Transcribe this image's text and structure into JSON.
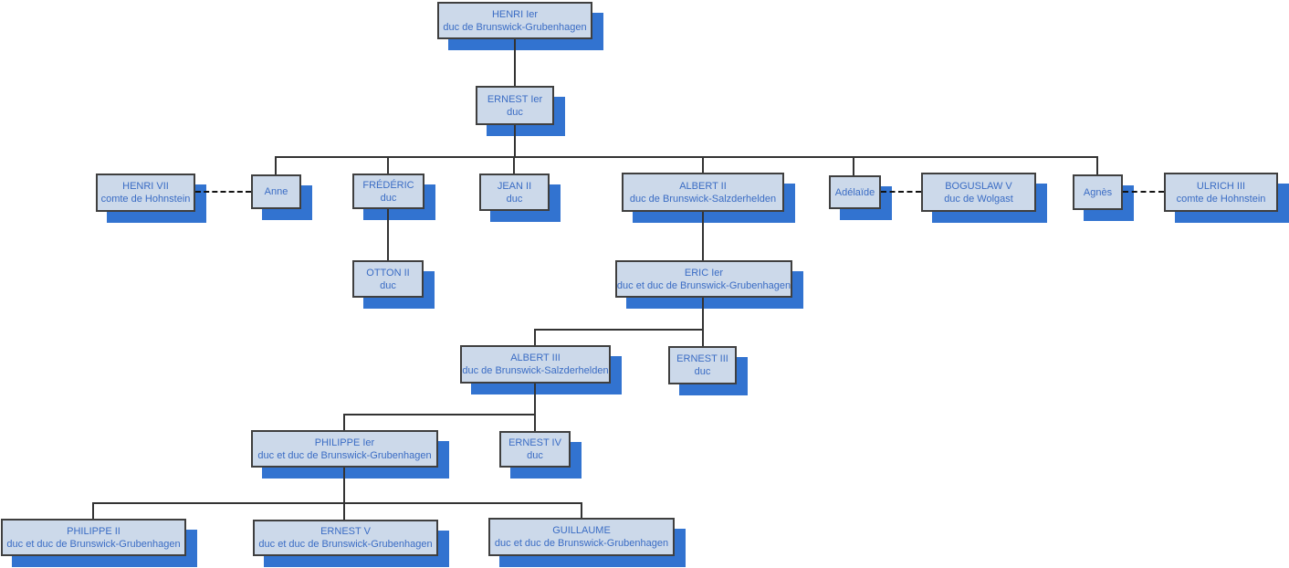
{
  "colors": {
    "box_fill": "#ccd9ea",
    "box_border": "#3f3f3f",
    "shadow": "#3273d0",
    "text": "#3a6cc4",
    "line": "#333333",
    "dash": "#111111"
  },
  "nodes": [
    {
      "id": "henri-1er",
      "name": "HENRI Ier",
      "title": "duc de Brunswick-Grubenhagen"
    },
    {
      "id": "ernest-1er",
      "name": "ERNEST Ier",
      "title": "duc"
    },
    {
      "id": "henri-vii",
      "name": "HENRI VII",
      "title": "comte de Hohnstein"
    },
    {
      "id": "anne",
      "name": "Anne",
      "title": ""
    },
    {
      "id": "frederic",
      "name": "FRÉDÉRIC",
      "title": "duc"
    },
    {
      "id": "jean-ii",
      "name": "JEAN II",
      "title": "duc"
    },
    {
      "id": "albert-ii",
      "name": "ALBERT II",
      "title": "duc de Brunswick-Salzderhelden"
    },
    {
      "id": "adelaide",
      "name": "Adélaïde",
      "title": ""
    },
    {
      "id": "boguslaw-v",
      "name": "BOGUSLAW V",
      "title": "duc de Wolgast"
    },
    {
      "id": "agnes",
      "name": "Agnès",
      "title": ""
    },
    {
      "id": "ulrich-iii",
      "name": "ULRICH III",
      "title": "comte de Hohnstein"
    },
    {
      "id": "otton-ii",
      "name": "OTTON II",
      "title": "duc"
    },
    {
      "id": "eric-1er",
      "name": "ERIC Ier",
      "title": "duc et duc de Brunswick-Grubenhagen"
    },
    {
      "id": "albert-iii",
      "name": "ALBERT III",
      "title": "duc de Brunswick-Salzderhelden"
    },
    {
      "id": "ernest-iii",
      "name": "ERNEST III",
      "title": "duc"
    },
    {
      "id": "philippe-1er",
      "name": "PHILIPPE Ier",
      "title": "duc et duc de Brunswick-Grubenhagen"
    },
    {
      "id": "ernest-iv",
      "name": "ERNEST IV",
      "title": "duc"
    },
    {
      "id": "philippe-ii",
      "name": "PHILIPPE II",
      "title": "duc et duc de Brunswick-Grubenhagen"
    },
    {
      "id": "ernest-v",
      "name": "ERNEST V",
      "title": "duc et duc de Brunswick-Grubenhagen"
    },
    {
      "id": "guillaume",
      "name": "GUILLAUME",
      "title": "duc et duc de Brunswick-Grubenhagen"
    }
  ],
  "edges": {
    "parent_child": [
      [
        "henri-1er",
        "ernest-1er"
      ],
      [
        "ernest-1er",
        "anne"
      ],
      [
        "ernest-1er",
        "frederic"
      ],
      [
        "ernest-1er",
        "jean-ii"
      ],
      [
        "ernest-1er",
        "albert-ii"
      ],
      [
        "ernest-1er",
        "adelaide"
      ],
      [
        "ernest-1er",
        "agnes"
      ],
      [
        "frederic",
        "otton-ii"
      ],
      [
        "albert-ii",
        "eric-1er"
      ],
      [
        "eric-1er",
        "albert-iii"
      ],
      [
        "eric-1er",
        "ernest-iii"
      ],
      [
        "albert-iii",
        "philippe-1er"
      ],
      [
        "albert-iii",
        "ernest-iv"
      ],
      [
        "philippe-1er",
        "philippe-ii"
      ],
      [
        "philippe-1er",
        "ernest-v"
      ],
      [
        "philippe-1er",
        "guillaume"
      ]
    ],
    "marriage": [
      [
        "henri-vii",
        "anne"
      ],
      [
        "adelaide",
        "boguslaw-v"
      ],
      [
        "agnes",
        "ulrich-iii"
      ]
    ]
  }
}
